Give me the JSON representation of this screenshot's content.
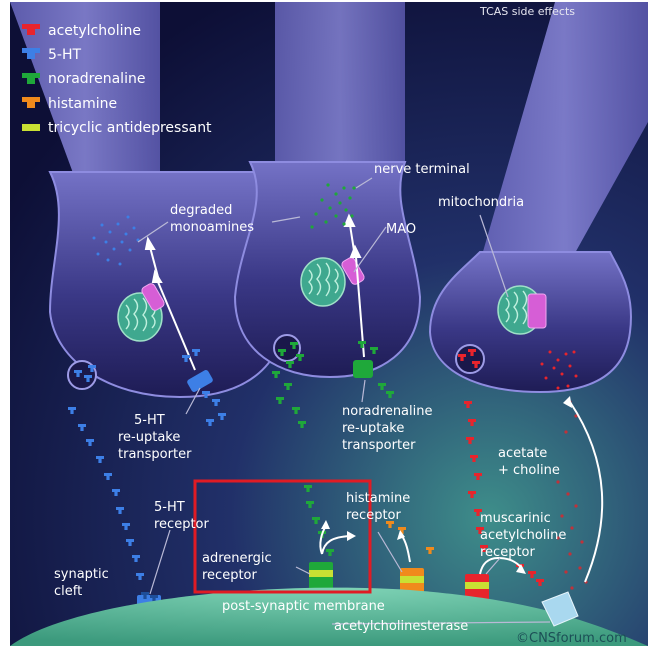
{
  "header": {
    "title": "TCAS side effects"
  },
  "legend": [
    {
      "label": "acetylcholine",
      "color": "#e8242c",
      "icon": "acetylcholine-molecule-icon"
    },
    {
      "label": "5-HT",
      "color": "#3d7fe6",
      "icon": "serotonin-molecule-icon"
    },
    {
      "label": "noradrenaline",
      "color": "#1fa83a",
      "icon": "noradrenaline-molecule-icon"
    },
    {
      "label": "histamine",
      "color": "#f08a1c",
      "icon": "histamine-molecule-icon"
    },
    {
      "label": "tricyclic antidepressant",
      "color": "#c9e033",
      "icon": "tricyclic-bar-icon"
    }
  ],
  "labels": {
    "degraded_1": "degraded",
    "degraded_2": "monoamines",
    "nerve_terminal": "nerve terminal",
    "mitochondria": "mitochondria",
    "mao": "MAO",
    "ht_reuptake_1": "5-HT",
    "ht_reuptake_2": "re-uptake",
    "ht_reuptake_3": "transporter",
    "na_reuptake_1": "noradrenaline",
    "na_reuptake_2": "re-uptake",
    "na_reuptake_3": "transporter",
    "acetate_1": "acetate",
    "acetate_2": "+ choline",
    "ht_receptor_1": "5-HT",
    "ht_receptor_2": "receptor",
    "histamine_receptor_1": "histamine",
    "histamine_receptor_2": "receptor",
    "muscarinic_1": "muscarinic",
    "muscarinic_2": "acetylcholine",
    "muscarinic_3": "receptor",
    "adrenergic_1": "adrenergic",
    "adrenergic_2": "receptor",
    "synaptic_1": "synaptic",
    "synaptic_2": "cleft",
    "postsynaptic": "post-synaptic membrane",
    "acetylcholinesterase": "acetylcholinesterase",
    "copyright": "©CNSforum.com"
  },
  "colors": {
    "background": "#10123d",
    "neuron": "#3b3a86",
    "neuron_edge": "#7c7bd0",
    "membrane": "#4db08e",
    "highlight_box": "#e01b24",
    "mao": "#d65ed6",
    "mitochondria": "#3fa88f"
  }
}
